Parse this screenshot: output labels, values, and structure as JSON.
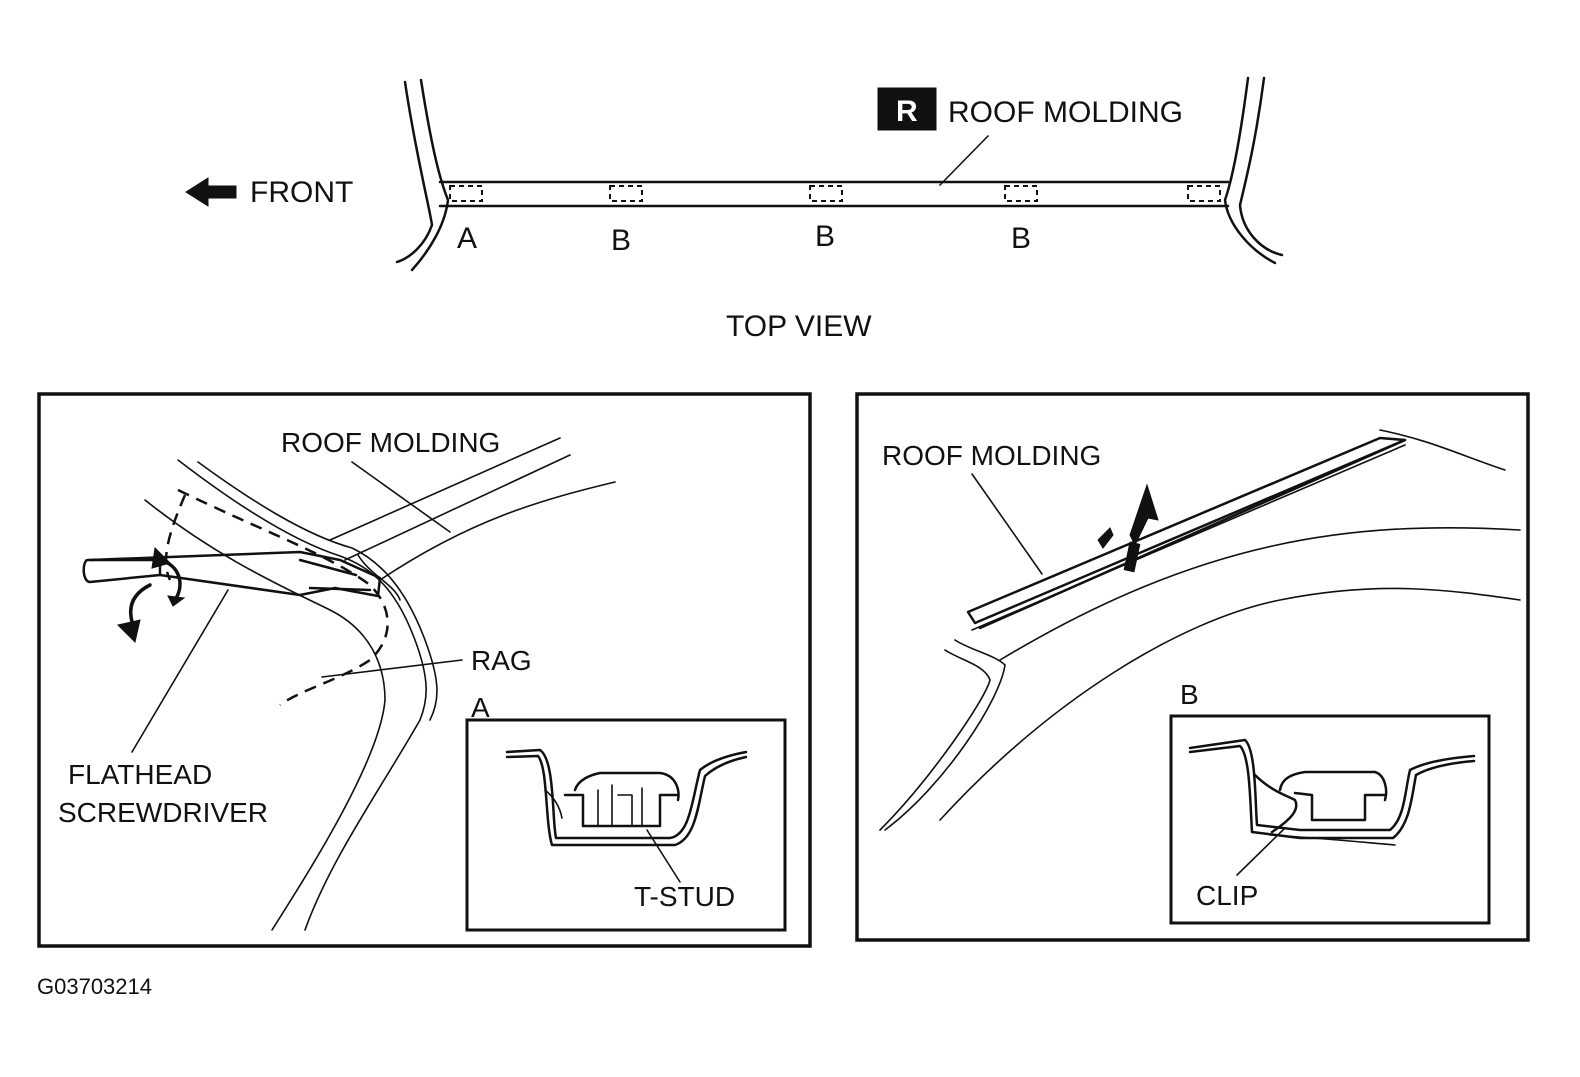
{
  "top_view": {
    "badge_letter": "R",
    "molding_label": "ROOF MOLDING",
    "front_label": "FRONT",
    "clip_labels": [
      "A",
      "B",
      "B",
      "B"
    ],
    "caption": "TOP VIEW"
  },
  "left_panel": {
    "molding_label": "ROOF MOLDING",
    "rag_label": "RAG",
    "tool_label_line1": "FLATHEAD",
    "tool_label_line2": "SCREWDRIVER",
    "inset_letter": "A",
    "inset_label": "T-STUD"
  },
  "right_panel": {
    "molding_label": "ROOF MOLDING",
    "inset_letter": "B",
    "inset_label": "CLIP"
  },
  "figure_code": "G03703214"
}
